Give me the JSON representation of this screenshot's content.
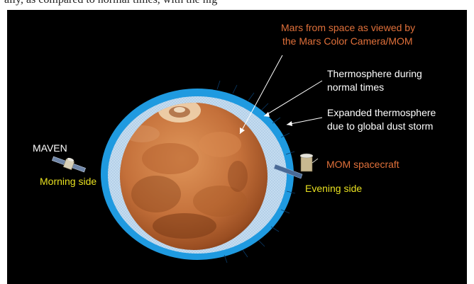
{
  "caption_fragment": "ally, as compared to normal times, with the hig",
  "labels": {
    "mars_camera_line1": "Mars from space as viewed by",
    "mars_camera_line2": "the Mars Color Camera/MOM",
    "thermo_normal_line1": "Thermosphere during",
    "thermo_normal_line2": "normal times",
    "thermo_expanded_line1": "Expanded thermosphere",
    "thermo_expanded_line2": "due to global dust storm",
    "maven": "MAVEN",
    "morning_side": "Morning side",
    "mom_spacecraft": "MOM spacecraft",
    "evening_side": "Evening side"
  },
  "colors": {
    "background": "#000000",
    "accent_orange": "#e0703a",
    "accent_yellow": "#e8e020",
    "white_text": "#ffffff",
    "expanded_thermosphere": "#1f9ae0",
    "normal_thermosphere": "#c4dcf0",
    "mars_surface": "#c5743a"
  }
}
